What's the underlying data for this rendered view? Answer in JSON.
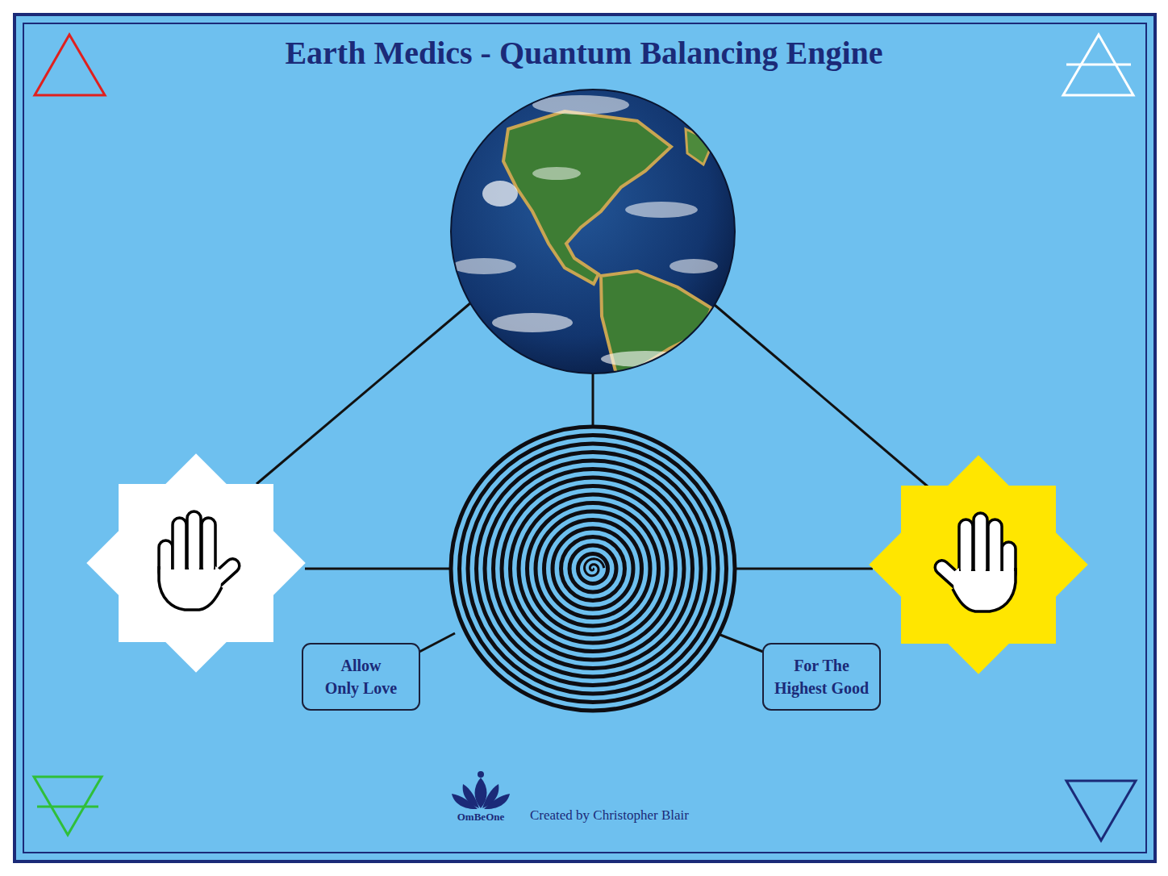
{
  "diagram": {
    "title": "Earth Medics - Quantum Balancing Engine",
    "nodes": [
      {
        "text": [
          "Allow Only Love"
        ]
      },
      {
        "text": [
          "For The Highest Good"
        ]
      }
    ],
    "labels": [
      "OmBeOne",
      "Created by Christopher Blair"
    ]
  }
}
